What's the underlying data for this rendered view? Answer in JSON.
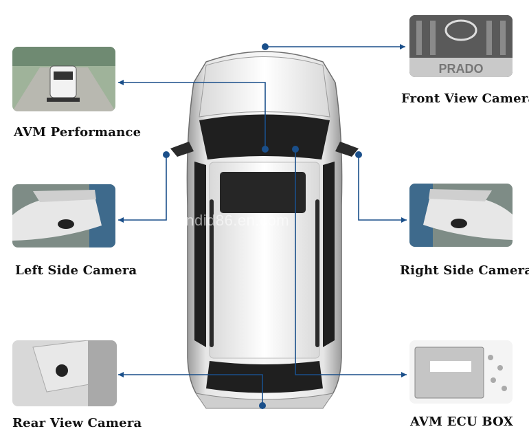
{
  "labels": {
    "avm_performance": "AVM Performance",
    "left_side_camera": "Left Side Camera",
    "rear_view_camera": "Rear View Camera",
    "front_view_camera": "Front View Camera",
    "right_side_camera": "Right Side Camera",
    "avm_ecu_box": "AVM ECU BOX"
  },
  "watermark": "candid86.en.com",
  "front_badge_text": "PRADO",
  "colors": {
    "connector_line": "#1a4f8a",
    "connector_dot": "#1a4f8a",
    "car_body": "#e8e8e8",
    "car_dark": "#1c1c1c"
  }
}
